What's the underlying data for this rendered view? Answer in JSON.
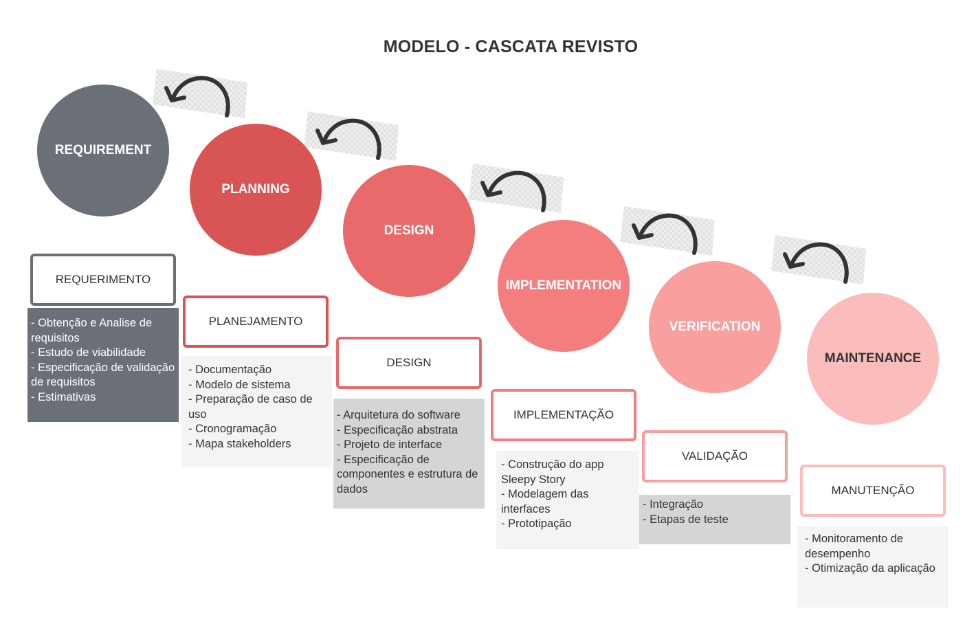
{
  "title": "MODELO - CASCATA REVISTO",
  "colors": {
    "requirement": "#6b7078",
    "planning": "#d95555",
    "design": "#e96a6a",
    "implementation": "#f47e7e",
    "verification": "#f89f9f",
    "maintenance": "#fbbcbc",
    "notes_dark": "#6b7078",
    "notes_light": "#f4f4f4",
    "notes_gray": "#d4d5d7"
  },
  "stages": [
    {
      "name": "REQUIREMENT",
      "label": "REQUERIMENTO",
      "notes": [
        "- Obtenção e Analise de requisitos",
        "- Estudo de viabilidade",
        "- Especificação de validação de requisitos",
        "- Estimativas"
      ]
    },
    {
      "name": "PLANNING",
      "label": "PLANEJAMENTO",
      "notes": [
        "- Documentação",
        "- Modelo de sistema",
        "- Preparação de caso de uso",
        "- Cronogramação",
        "- Mapa stakeholders"
      ]
    },
    {
      "name": "DESIGN",
      "label": "DESIGN",
      "notes": [
        "- Arquitetura do software",
        "- Especificação abstrata",
        "- Projeto de interface",
        "- Especificação de componentes e estrutura de dados"
      ]
    },
    {
      "name": "IMPLEMENTATION",
      "label": "IMPLEMENTAÇÃO",
      "notes": [
        "- Construção do app Sleepy Story",
        "- Modelagem das interfaces",
        "- Prototipação"
      ]
    },
    {
      "name": "VERIFICATION",
      "label": "VALIDAÇÃO",
      "notes": [
        "- Integração",
        "- Etapas de teste"
      ]
    },
    {
      "name": "MAINTENANCE",
      "label": "MANUTENÇÃO",
      "notes": [
        "- Monitoramento de desempenho",
        "- Otimização da aplicação"
      ]
    }
  ],
  "icons": {
    "feedback_arrow": "curved-back-arrow-icon"
  }
}
